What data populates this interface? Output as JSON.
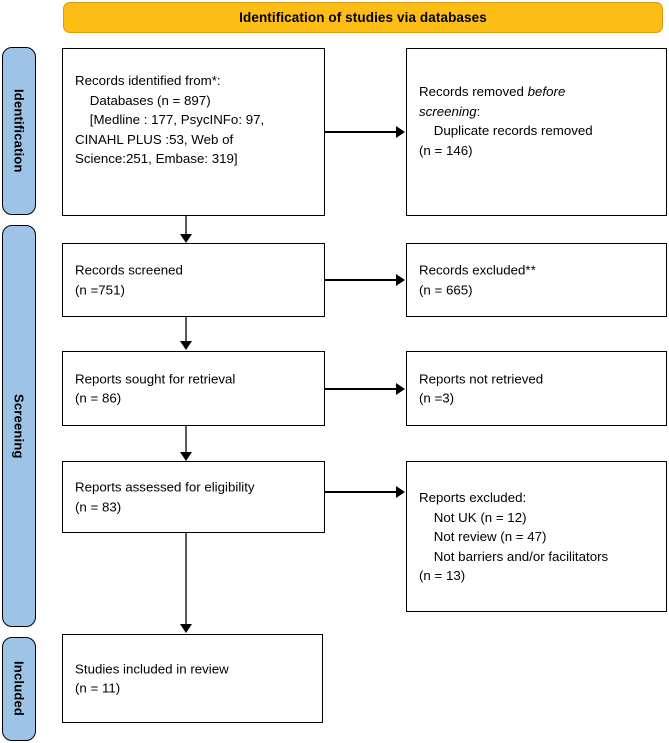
{
  "diagram": {
    "title": "PRISMA flow diagram",
    "colors": {
      "banner_fill": "#FCBD16",
      "stage_fill": "#9DC3E6",
      "box_fill": "#FFFFFF",
      "line": "#000000",
      "vertical_connector": "#595959"
    }
  },
  "banner": {
    "label": "Identification of studies via databases"
  },
  "stages": [
    {
      "id": "identification",
      "label": "Identification"
    },
    {
      "id": "screening",
      "label": "Screening"
    },
    {
      "id": "included",
      "label": "Included"
    }
  ],
  "boxes": {
    "records_identified": {
      "line1": "Records identified from*:",
      "line2": "    Databases (n = 897)",
      "line3": "    [Medline : 177, PsycINFo: 97,",
      "line4": "CINAHL PLUS :53, Web of",
      "line5": "Science:251, Embase: 319]"
    },
    "records_removed": {
      "line1_a": "Records removed ",
      "line1_b": "before",
      "line2_a": "screening",
      "line2_b": ":",
      "line3": "    Duplicate records removed",
      "line4": "(n = 146)"
    },
    "records_screened": {
      "line1": "Records screened",
      "line2": "(n =751)"
    },
    "records_excluded": {
      "line1": "Records excluded**",
      "line2": "(n = 665)"
    },
    "reports_sought": {
      "line1": "Reports sought for retrieval",
      "line2": "(n = 86)"
    },
    "reports_not_retrieved": {
      "line1": "Reports not retrieved",
      "line2": "(n =3)"
    },
    "reports_assessed": {
      "line1": "Reports assessed for eligibility",
      "line2": "(n = 83)"
    },
    "reports_excluded": {
      "line1": "Reports excluded:",
      "line2": "    Not UK (n = 12)",
      "line3": "    Not review (n = 47)",
      "line4": "    Not barriers and/or facilitators",
      "line5": "(n = 13)"
    },
    "studies_included": {
      "line1": "Studies included in review",
      "line2": "(n = 11)"
    }
  }
}
